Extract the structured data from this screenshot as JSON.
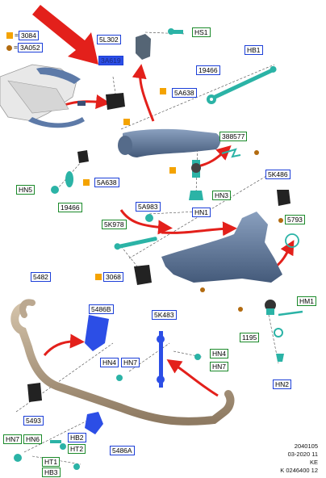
{
  "legend": [
    {
      "symbol": "square",
      "color": "#f4a300",
      "sep": "=",
      "code": "3084"
    },
    {
      "symbol": "dot",
      "color": "#b26b10",
      "sep": "=",
      "code": "3A052"
    }
  ],
  "labels": {
    "5L302": "5L302",
    "HS1": "HS1",
    "3A619": "3A619",
    "HB1": "HB1",
    "19466_a": "19466",
    "5A638_a": "5A638",
    "388577": "388577",
    "5K486": "5K486",
    "HN5": "HN5",
    "5A638_b": "5A638",
    "19466_b": "19466",
    "HN3": "HN3",
    "5A983": "5A983",
    "HN1": "HN1",
    "5K978": "5K978",
    "5793": "5793",
    "3068": "3068",
    "5482": "5482",
    "5486B": "5486B",
    "5K483": "5K483",
    "HM1": "HM1",
    "1195": "1195",
    "HN4_a": "HN4",
    "HN7_a": "HN7",
    "HN4_b": "HN4",
    "HN7_b": "HN7",
    "HN2": "HN2",
    "5493": "5493",
    "HN7_c": "HN7",
    "HN6": "HN6",
    "HB2": "HB2",
    "HT2": "HT2",
    "5486A": "5486A",
    "HT1": "HT1",
    "HB3": "HB3"
  },
  "footer": [
    "2040105",
    "03-2020 11",
    "KE",
    "K 0246400 12"
  ],
  "colors": {
    "part_blue": "#1c3fd8",
    "green_box": "#1b8a2a",
    "highlight": "#2c4ee6",
    "arm_blue": "#6f87a8",
    "teal": "#2bb3a6",
    "bar": "#bba890",
    "arrow_red": "#e3201b",
    "legend_square": "#f4a300",
    "legend_dot": "#b26b10"
  }
}
